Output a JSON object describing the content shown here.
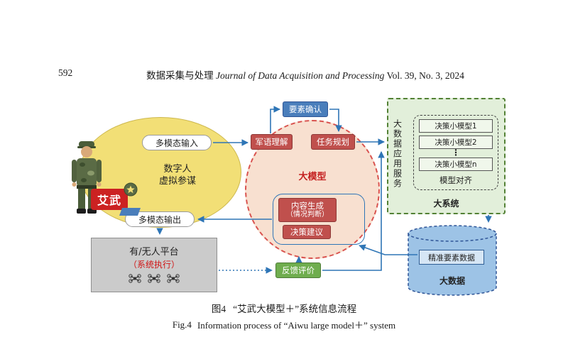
{
  "page": {
    "page_number": "592",
    "journal_cn": "数据采集与处理",
    "journal_en": "Journal of Data Acquisition and Processing",
    "issue": "Vol. 39, No. 3, 2024"
  },
  "caption": {
    "fig_cn": "图4",
    "cn": "“艾武大模型＋”系统信息流程",
    "fig_en": "Fig.4",
    "en": "Information process of “Aiwu large model＋” system"
  },
  "diagram": {
    "avatar": {
      "input_label": "多模态输入",
      "persona_line1": "数字人",
      "persona_line2": "虚拟参谋",
      "output_label": "多模态输出",
      "logo": "艾武"
    },
    "model": {
      "title": "大模型",
      "understanding": "军语理解",
      "planning": "任务规划",
      "confirm": "要素确认",
      "generation_line1": "内容生成",
      "generation_line2": "（情况判断）",
      "suggestion": "决策建议"
    },
    "big_system": {
      "service_vertical": "大数据应用服务",
      "models": [
        "决策小模型1",
        "决策小模型2",
        "⋮",
        "决策小模型n"
      ],
      "align": "模型对齐",
      "label": "大系统"
    },
    "big_data": {
      "data_box": "精准要素数据",
      "label": "大数据"
    },
    "feedback_label": "反馈评价",
    "platform": {
      "title": "有/无人平台",
      "subtitle": "（系统执行）"
    }
  },
  "colors": {
    "red_box": "#c0504d",
    "blue_box": "#4a7ebb",
    "arrow_blue": "#2e75b6",
    "circle_fill": "#f8e0d0",
    "circle_border": "#d9534f",
    "ellipse_fill": "#f2df76",
    "green_fill": "#e2efda",
    "green_border": "#538135",
    "cylinder_fill": "#9dc3e6",
    "feedback_green": "#6fad4e",
    "gray_fill": "#cbcbcb"
  }
}
